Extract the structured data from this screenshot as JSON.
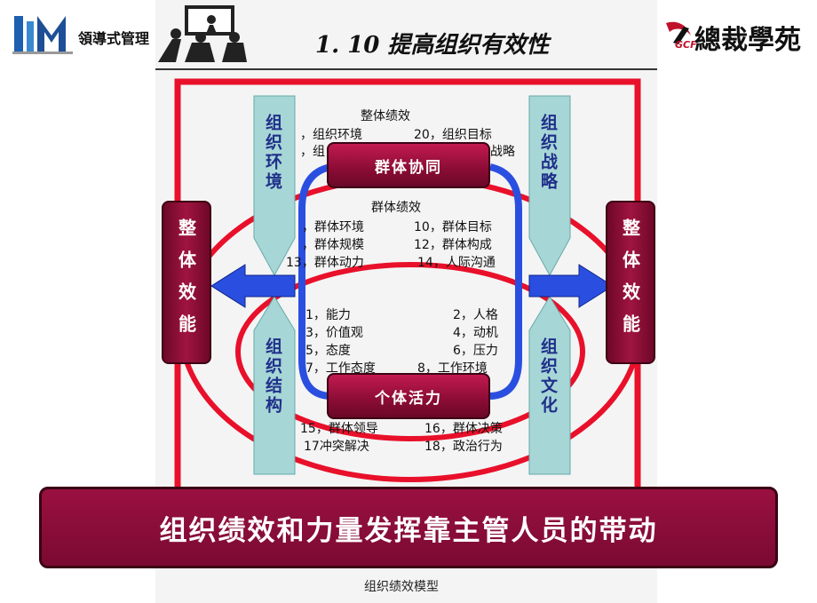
{
  "header": {
    "title": "1. 10 提高组织有效性",
    "logo_text": "領導式管理",
    "brand_text": "總裁學苑",
    "brand_sub": "GCF"
  },
  "diagram": {
    "outer_label": "整体绩效",
    "org_items_row1": [
      "，组织环境",
      "20，组织目标"
    ],
    "org_items_row2": [
      "，组",
      "战略"
    ],
    "group_pill": "群体协同",
    "group_label": "群体绩效",
    "group_rows": [
      [
        "，群体环境",
        "10，群体目标"
      ],
      [
        "，群体规模",
        "12，群体构成"
      ],
      [
        "13，群体动力",
        "14，人际沟通"
      ]
    ],
    "individual_rows": [
      [
        "1，能力",
        "2，人格"
      ],
      [
        "3，价值观",
        "4，动机"
      ],
      [
        "5，态度",
        "6，压力"
      ],
      [
        "7，工作态度",
        "8，工作环境"
      ]
    ],
    "individual_pill": "个体活力",
    "lower_rows": [
      [
        "15，群体领导",
        "16，群体决策"
      ],
      [
        "17冲突解决",
        "18，政治行为"
      ]
    ],
    "pillar_top_left": "组织环境",
    "pillar_bottom_left": "组织结构",
    "pillar_top_right": "组织战略",
    "pillar_bottom_right": "组织文化",
    "side_left": "整体效能",
    "side_right": "整体效能"
  },
  "banner": "组织绩效和力量发挥靠主管人员的带动",
  "caption": "组织绩效模型",
  "colors": {
    "maroon": "#8a0c35",
    "red_ring": "#e8102a",
    "pillar": "#a7d6d6",
    "arrow_blue": "#2a4fe0"
  }
}
